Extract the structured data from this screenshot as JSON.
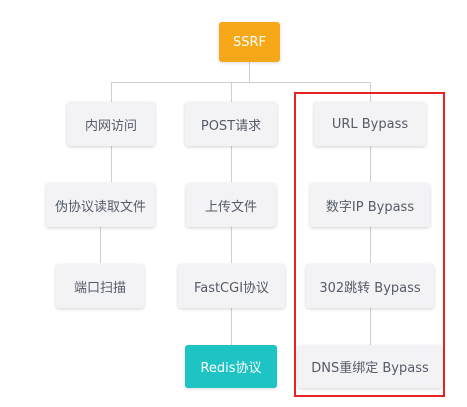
{
  "diagram": {
    "root": {
      "id": "ssrf",
      "label": "SSRF"
    },
    "nodes": [
      {
        "id": "intranet",
        "label": "内网访问",
        "parent": "ssrf"
      },
      {
        "id": "post",
        "label": "POST请求",
        "parent": "ssrf"
      },
      {
        "id": "url-bypass",
        "label": "URL Bypass",
        "parent": "ssrf"
      },
      {
        "id": "pseudo-protocol",
        "label": "伪协议读取文件",
        "parent": "intranet"
      },
      {
        "id": "upload",
        "label": "上传文件",
        "parent": "post"
      },
      {
        "id": "numeric-ip",
        "label": "数字IP Bypass",
        "parent": "url-bypass"
      },
      {
        "id": "port-scan",
        "label": "端口扫描",
        "parent": "pseudo-protocol"
      },
      {
        "id": "fastcgi",
        "label": "FastCGI协议",
        "parent": "upload"
      },
      {
        "id": "302-bypass",
        "label": "302跳转 Bypass",
        "parent": "numeric-ip"
      },
      {
        "id": "redis",
        "label": "Redis协议",
        "parent": "fastcgi",
        "style": "accent"
      },
      {
        "id": "dns-rebinding",
        "label": "DNS重绑定 Bypass",
        "parent": "302-bypass"
      }
    ],
    "highlight": {
      "node_ids": [
        "url-bypass",
        "numeric-ip",
        "302-bypass",
        "dns-rebinding"
      ],
      "color": "#e82222"
    },
    "colors": {
      "root_fill": "#f7a818",
      "accent_fill": "#1ec3c3",
      "node_fill": "#f3f3f6",
      "node_text": "#555b66",
      "connector": "#cfcfcf"
    }
  }
}
